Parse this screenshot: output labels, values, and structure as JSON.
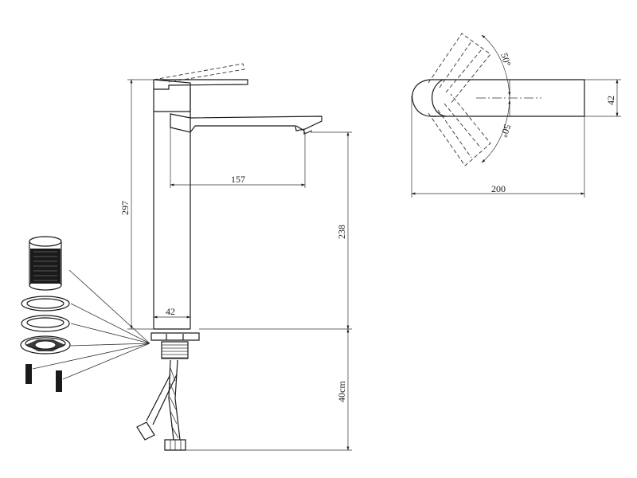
{
  "drawing": {
    "dimensions": {
      "total_height": "297",
      "spout_reach": "157",
      "spout_height": "238",
      "body_width": "42",
      "hose_length": "40cm",
      "top_body_width": "42",
      "top_total_length": "200",
      "handle_angle_up": "50°",
      "handle_angle_down": "50°"
    },
    "colors": {
      "line": "#1a1a1a",
      "background": "#ffffff"
    }
  }
}
